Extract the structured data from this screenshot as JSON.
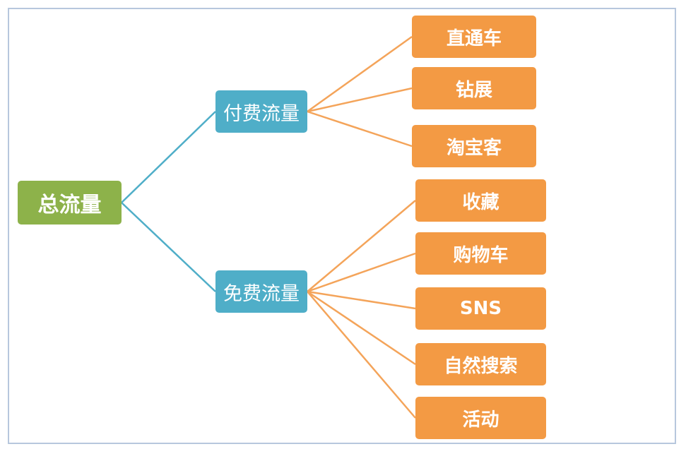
{
  "colors": {
    "root": "#8db24a",
    "mid": "#4faec8",
    "leaf": "#f39a44",
    "mid_line": "#4faec8",
    "leaf_line": "#f4a45a",
    "frame": "#b7c7dd"
  },
  "root": {
    "label": "总流量"
  },
  "branches": [
    {
      "label": "付费流量",
      "children": [
        "直通车",
        "钻展",
        "淘宝客"
      ]
    },
    {
      "label": "免费流量",
      "children": [
        "收藏",
        "购物车",
        "SNS",
        "自然搜索",
        "活动"
      ]
    }
  ]
}
